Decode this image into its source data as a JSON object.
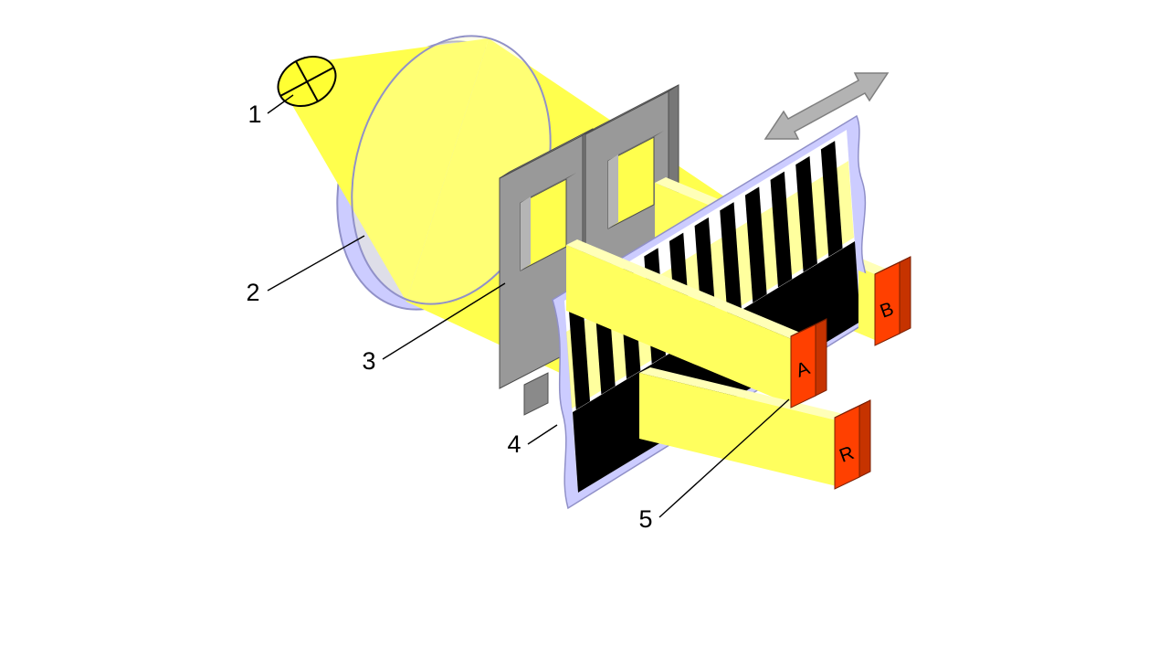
{
  "figure": {
    "description": "Optical incremental encoder principle diagram",
    "callouts": [
      {
        "id": "light-source",
        "label": "1"
      },
      {
        "id": "condenser-lens",
        "label": "2"
      },
      {
        "id": "scanning-mask",
        "label": "3"
      },
      {
        "id": "code-strip",
        "label": "4"
      },
      {
        "id": "photodetector",
        "label": "5"
      }
    ],
    "detectors": [
      {
        "id": "channel-a",
        "label": "A"
      },
      {
        "id": "channel-b",
        "label": "B"
      },
      {
        "id": "reference",
        "label": "R"
      }
    ],
    "strip": {
      "stripe_count": 11
    },
    "colors": {
      "beam_yellow": "#FFFF4D",
      "beam_face": "#FFFF5E",
      "beam_top": "#FFFFB8",
      "bulb_yellow": "#FFFF33",
      "lens_rim": "#CCCCFF",
      "lens_glass": "rgba(255,255,190,0.35)",
      "mask_gray": "#999999",
      "mask_top": "#C2C2C2",
      "mask_side": "#777777",
      "strip_edge": "#CCCCFF",
      "stripe_black": "#000000",
      "tint_yellow": "#FFFF00",
      "detector_front": "#FF4000",
      "detector_top": "#FF7840",
      "detector_side": "#C63300",
      "arrow_gray": "#B3B3B3"
    }
  }
}
